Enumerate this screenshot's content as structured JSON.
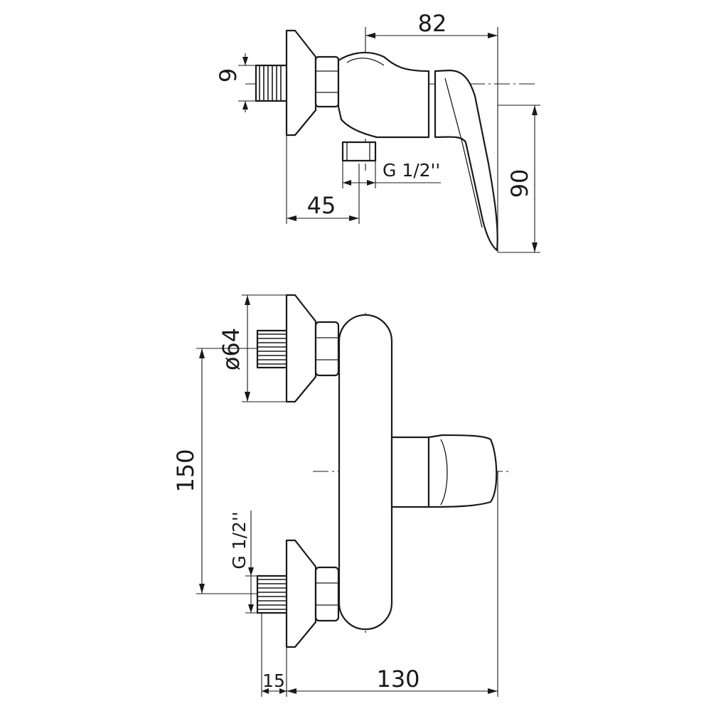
{
  "side_view": {
    "dim_depth_total": "82",
    "dim_thread_height": "9",
    "dim_thread_spec": "G 1/2''",
    "dim_wall_offset": "45",
    "dim_height": "90"
  },
  "front_view": {
    "dim_flange_diameter": "ø64",
    "dim_center_distance": "150",
    "dim_thread_spec": "G 1/2''",
    "dim_thread_length": "15",
    "dim_total_width": "130"
  }
}
